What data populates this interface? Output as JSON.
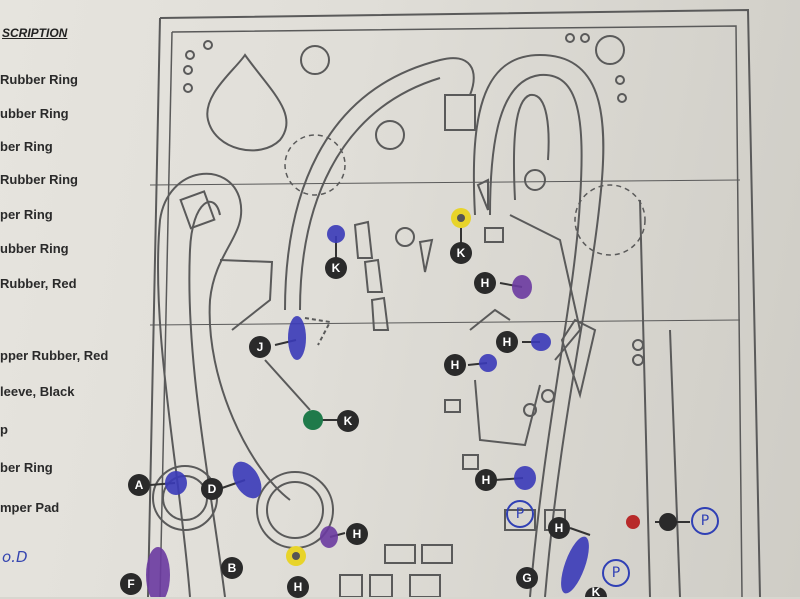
{
  "legend": {
    "title": "SCRIPTION",
    "items": [
      "Rubber Ring",
      "ubber Ring",
      "ber Ring",
      "Rubber Ring",
      "per Ring",
      "ubber Ring",
      "Rubber, Red",
      "pper Rubber, Red",
      "leeve, Black",
      "p",
      "ber Ring",
      "mper Pad"
    ],
    "handwritten_note": "o.D"
  },
  "callouts": [
    "A",
    "B",
    "D",
    "F",
    "G",
    "H",
    "H",
    "H",
    "H",
    "H",
    "H",
    "H",
    "J",
    "K",
    "K",
    "K",
    "K"
  ],
  "handwritten_marks": [
    "P",
    "P",
    "P"
  ],
  "colors": {
    "paper": "#e3e1db",
    "line": "#555555",
    "marker_blue": "#3a3ab8",
    "marker_purple": "#6a3aa0",
    "marker_green": "#1f7a4a",
    "marker_yellow": "#e8d42a",
    "marker_red": "#b82a2a",
    "tag": "#2a2a2a"
  }
}
